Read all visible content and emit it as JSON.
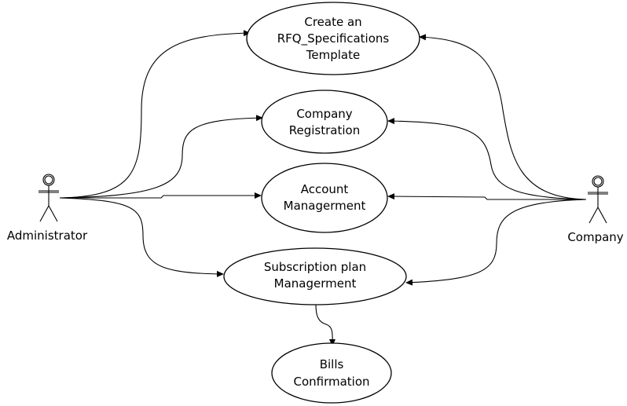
{
  "actors": {
    "administrator": {
      "label": "Administrator"
    },
    "company": {
      "label": "Company"
    }
  },
  "use_cases": {
    "rfq_template": {
      "lines": [
        "Create an",
        "RFQ_Specifications",
        "Template"
      ]
    },
    "company_registration": {
      "lines": [
        "Company",
        "Registration"
      ]
    },
    "account_management": {
      "lines": [
        "Account",
        "Managerment"
      ]
    },
    "subscription_plan": {
      "lines": [
        "Subscription plan",
        "Managerment"
      ]
    },
    "bills_confirmation": {
      "lines": [
        "Bills",
        "Confirmation"
      ]
    }
  },
  "edges": [
    {
      "from": "administrator",
      "to": "rfq_template"
    },
    {
      "from": "administrator",
      "to": "company_registration"
    },
    {
      "from": "administrator",
      "to": "account_management"
    },
    {
      "from": "administrator",
      "to": "subscription_plan"
    },
    {
      "from": "company",
      "to": "rfq_template"
    },
    {
      "from": "company",
      "to": "company_registration"
    },
    {
      "from": "company",
      "to": "account_management"
    },
    {
      "from": "company",
      "to": "subscription_plan"
    },
    {
      "from": "subscription_plan",
      "to": "bills_confirmation"
    }
  ],
  "colors": {
    "stroke": "#000000",
    "fill": "#ffffff"
  }
}
